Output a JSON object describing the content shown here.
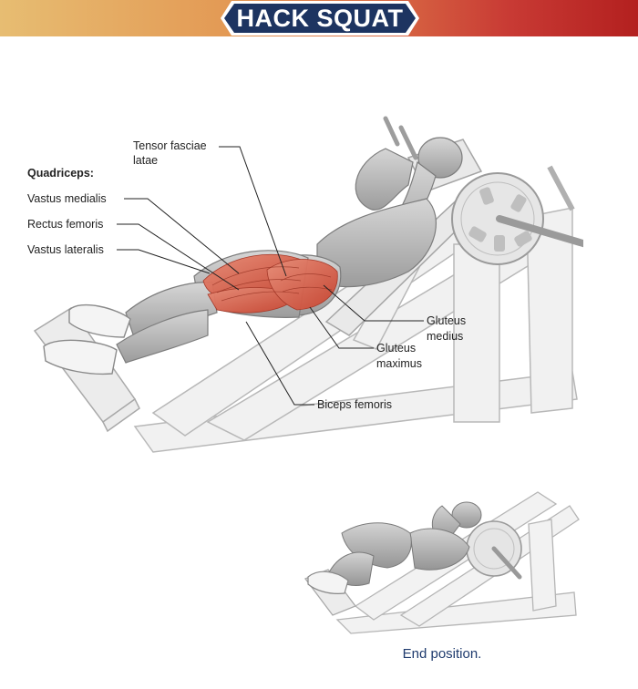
{
  "header": {
    "title": "HACK SQUAT"
  },
  "labels": {
    "quadriceps": "Quadriceps:",
    "vastus_medialis": "Vastus medialis",
    "rectus_femoris": "Rectus femoris",
    "vastus_lateralis": "Vastus lateralis",
    "tensor_line1": "Tensor fasciae",
    "tensor_line2": "latae",
    "gluteus_medius_line1": "Gluteus",
    "gluteus_medius_line2": "medius",
    "gluteus_maximus_line1": "Gluteus",
    "gluteus_maximus_line2": "maximus",
    "biceps_femoris": "Biceps femoris"
  },
  "caption": "End position.",
  "colors": {
    "banner_start": "#e7bd72",
    "banner_end": "#b3201f",
    "title_plate": "#1d3461",
    "muscle_highlight": "#d9553f",
    "caption": "#1f3b6e"
  }
}
